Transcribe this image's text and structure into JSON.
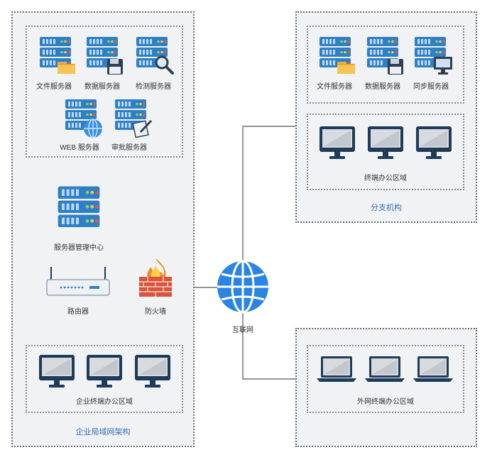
{
  "headquarters": {
    "title": "企业局域网架构",
    "servers": [
      {
        "label": "文件服务器",
        "icon": "folder-icon"
      },
      {
        "label": "数据服务器",
        "icon": "floppy-disk-icon"
      },
      {
        "label": "检测服务器",
        "icon": "magnifier-icon"
      },
      {
        "label": "WEB 服务器",
        "icon": "globe-icon"
      },
      {
        "label": "审批服务器",
        "icon": "document-pen-icon"
      }
    ],
    "server_center": "服务器管理中心",
    "router": "路由器",
    "firewall": "防火墙",
    "office_zone": "企业终端办公区域"
  },
  "internet": {
    "label": "互联网"
  },
  "branch": {
    "title": "分支机构",
    "servers": [
      {
        "label": "文件服务器",
        "icon": "folder-icon"
      },
      {
        "label": "数据服务器",
        "icon": "floppy-disk-icon"
      },
      {
        "label": "同步服务器",
        "icon": "monitor-icon"
      }
    ],
    "office_zone": "终端办公区域"
  },
  "external": {
    "office_zone": "外网终端办公区域"
  },
  "colors": {
    "server_blue": "#2d7fc8",
    "accent_blue": "#2f6fb7",
    "firewall_red": "#d9543a"
  }
}
